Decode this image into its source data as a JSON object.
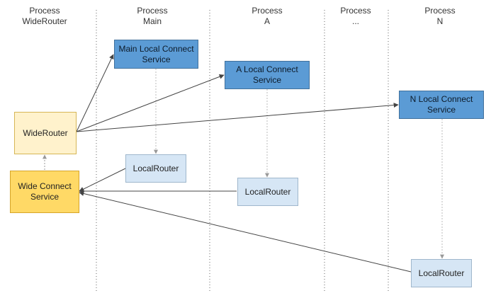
{
  "columns": [
    {
      "id": "widerouter",
      "line1": "Process",
      "line2": "WideRouter"
    },
    {
      "id": "main",
      "line1": "Process",
      "line2": "Main"
    },
    {
      "id": "a",
      "line1": "Process",
      "line2": "A"
    },
    {
      "id": "dots",
      "line1": "Process",
      "line2": "..."
    },
    {
      "id": "n",
      "line1": "Process",
      "line2": "N"
    }
  ],
  "nodes": {
    "wide_router": "WideRouter",
    "wide_connect_service": "Wide Connect Service",
    "main_local_connect_service": "Main Local Connect Service",
    "a_local_connect_service": "A Local Connect Service",
    "n_local_connect_service": "N Local Connect Service",
    "local_router_main": "LocalRouter",
    "local_router_a": "LocalRouter",
    "local_router_n": "LocalRouter"
  },
  "colors": {
    "service": "#5b9bd5",
    "router": "#d6e6f5",
    "wide_router": "#fff2cc",
    "wide_connect": "#ffd966",
    "edge": "#444444",
    "dashed": "#bbbbbb"
  },
  "edges": [
    {
      "from": "wide_router",
      "to": "main_local_connect_service",
      "style": "solid"
    },
    {
      "from": "wide_router",
      "to": "a_local_connect_service",
      "style": "solid"
    },
    {
      "from": "wide_router",
      "to": "n_local_connect_service",
      "style": "solid"
    },
    {
      "from": "local_router_main",
      "to": "wide_connect_service",
      "style": "solid"
    },
    {
      "from": "local_router_a",
      "to": "wide_connect_service",
      "style": "solid"
    },
    {
      "from": "local_router_n",
      "to": "wide_connect_service",
      "style": "solid"
    },
    {
      "from": "wide_connect_service",
      "to": "wide_router",
      "style": "dotted"
    },
    {
      "from": "main_local_connect_service",
      "to": "local_router_main",
      "style": "dotted"
    },
    {
      "from": "a_local_connect_service",
      "to": "local_router_a",
      "style": "dotted"
    },
    {
      "from": "n_local_connect_service",
      "to": "local_router_n",
      "style": "dotted"
    }
  ]
}
